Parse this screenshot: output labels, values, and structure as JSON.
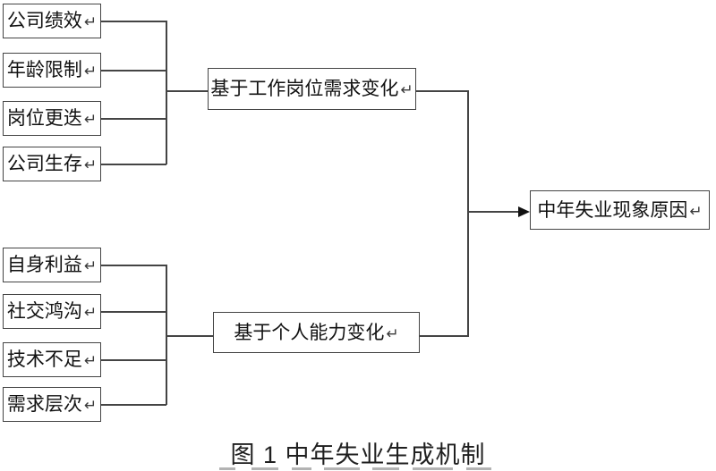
{
  "palette": {
    "background": "#ffffff",
    "line": "#444444",
    "box_border": "#444444",
    "text": "#111111",
    "caption_text": "#1f1f1f",
    "arrow": "#111111",
    "clipped_line": "#b3b3b3"
  },
  "marks": {
    "line_break": "↵"
  },
  "diagram": {
    "type": "flowchart",
    "caption": "图 1 中年失业生成机制",
    "groups": [
      {
        "summary": "基于工作岗位需求变化",
        "items": [
          "公司绩效",
          "年龄限制",
          "岗位更迭",
          "公司生存"
        ]
      },
      {
        "summary": "基于个人能力变化",
        "items": [
          "自身利益",
          "社交鸿沟",
          "技术不足",
          "需求层次"
        ]
      }
    ],
    "result": "中年失业现象原因"
  }
}
